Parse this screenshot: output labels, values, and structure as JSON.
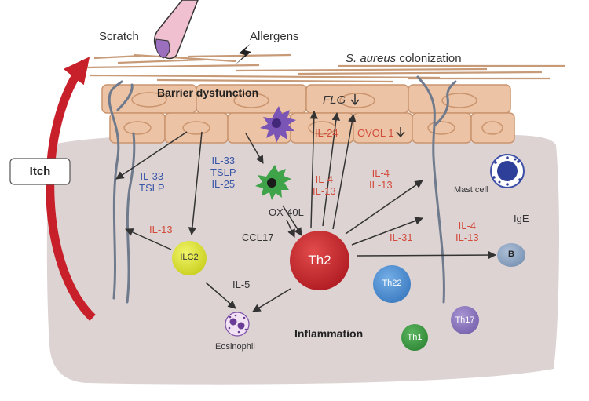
{
  "labels": {
    "scratch": "Scratch",
    "allergens": "Allergens",
    "colonization_italic": "S. aureus",
    "colonization_rest": "colonization",
    "barrier": "Barrier dysfunction",
    "flg": "FLG",
    "il24": "IL-24",
    "ovol1": "OVOL 1",
    "itch": "Itch",
    "il33_tslp_left": [
      "IL-33",
      "TSLP"
    ],
    "il33_tslp_il25": [
      "IL-33",
      "TSLP",
      "IL-25"
    ],
    "il4_il13_center": [
      "IL-4",
      "IL-13"
    ],
    "il4_il13_right": [
      "IL-4",
      "IL-13"
    ],
    "il4_il13_b": [
      "IL-4",
      "IL-13"
    ],
    "il13_ilc2": "IL-13",
    "ox40l": "OX-40L",
    "ccl17": "CCL17",
    "il31": "IL-31",
    "il5": "IL-5",
    "ige": "IgE",
    "mast_cell": "Mast cell",
    "eosinophil": "Eosinophil",
    "inflammation": "Inflammation"
  },
  "cells": {
    "ilc2": "ILC2",
    "th2": "Th2",
    "th22": "Th22",
    "th1": "Th1",
    "th17": "Th17",
    "b": "B"
  },
  "colors": {
    "dermis": "#ddd3d3",
    "keratinocyte": "#edc3a5",
    "keratinocyte_stroke": "#c9946e",
    "th2": "#c8252b",
    "ilc2": "#dfe634",
    "th22": "#4f8fd3",
    "th1": "#3f9b45",
    "th17": "#8e78c0",
    "b": "#8da6c4",
    "itch_arrow": "#c8202a",
    "label_blue": "#3a57a8",
    "label_red": "#d24b3a"
  }
}
